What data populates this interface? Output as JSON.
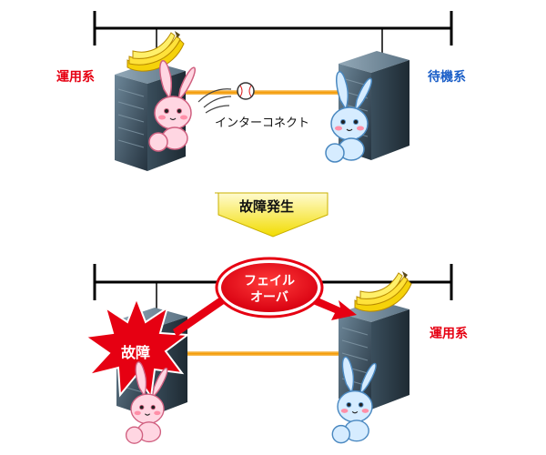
{
  "colors": {
    "active": "#e60012",
    "standby": "#1b5fc8",
    "interconnect": "#f39800",
    "alert_red": "#e60012",
    "arrow_yellow": "#f5e000",
    "server_dark": "#2c3e4f",
    "server_light": "#5f7a8c"
  },
  "top_panel": {
    "left_label": "運用系",
    "right_label": "待機系",
    "interconnect_label": "インターコネクト"
  },
  "middle": {
    "arrow_label": "故障発生"
  },
  "bottom_panel": {
    "failover_label_line1": "フェイル",
    "failover_label_line2": "オーバ",
    "failure_label": "故障",
    "right_label": "運用系"
  },
  "icons": [
    "banana-icon",
    "rabbit-mascot-icon",
    "baseball-icon",
    "server-icon",
    "explosion-icon"
  ]
}
